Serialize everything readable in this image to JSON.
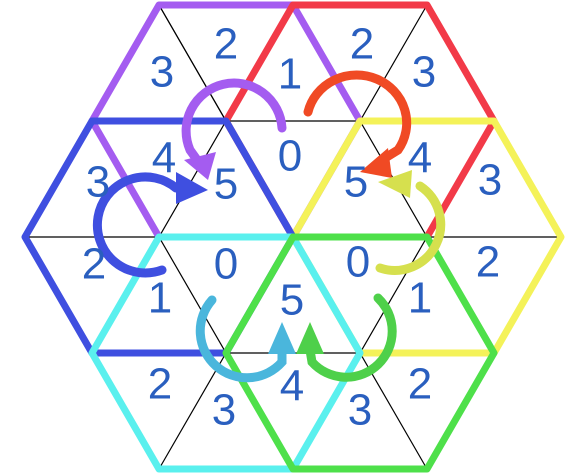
{
  "colors": {
    "purple": "#a45cf0",
    "red": "#f23a48",
    "yellow": "#f4f259",
    "blue": "#3f4fe0",
    "cyan": "#5af0ee",
    "green": "#4ee04a",
    "grid": "#000000",
    "digit": "#2a5fbf",
    "arrow_purple": "#a45cf0",
    "arrow_red": "#f04a24",
    "arrow_yellow": "#d6e04e",
    "arrow_blue": "#3f4fe0",
    "arrow_cyan": "#4ab6dc",
    "arrow_green": "#4ed04a"
  },
  "hexagons": [
    {
      "name": "purple",
      "color": "purple"
    },
    {
      "name": "red",
      "color": "red"
    },
    {
      "name": "yellow",
      "color": "yellow"
    },
    {
      "name": "blue",
      "color": "blue"
    },
    {
      "name": "cyan",
      "color": "cyan"
    },
    {
      "name": "green",
      "color": "green"
    }
  ],
  "arrows": [
    {
      "name": "purple",
      "color": "arrow_purple"
    },
    {
      "name": "red",
      "color": "arrow_red"
    },
    {
      "name": "yellow",
      "color": "arrow_yellow"
    },
    {
      "name": "blue",
      "color": "arrow_blue"
    },
    {
      "name": "cyan",
      "color": "arrow_cyan"
    },
    {
      "name": "green",
      "color": "arrow_green"
    }
  ],
  "labels": {
    "purple_3": "3",
    "purple_2": "2",
    "purple_1": "1",
    "purple_0": "0",
    "purple_5": "5",
    "purple_4": "4",
    "red_2": "2",
    "red_3": "3",
    "red_4": "4",
    "red_5": "5",
    "yellow_3": "3",
    "yellow_2": "2",
    "yellow_1": "1",
    "yellow_0": "0",
    "blue_3": "3",
    "blue_2": "2",
    "blue_1": "1",
    "blue_0": "0",
    "cyan_2": "2",
    "cyan_3": "3",
    "cyan_4": "4",
    "cyan_5": "5",
    "green_2": "2",
    "green_3": "3"
  }
}
